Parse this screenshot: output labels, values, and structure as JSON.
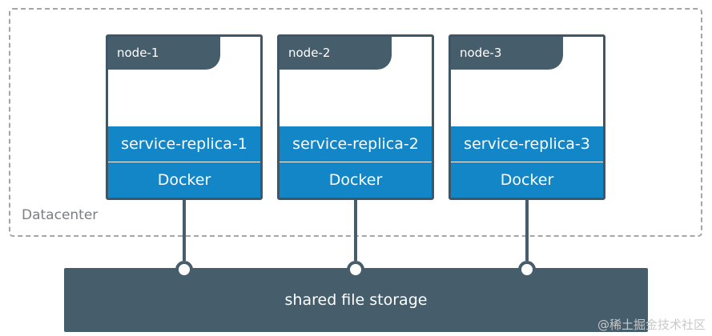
{
  "datacenter": {
    "label": "Datacenter"
  },
  "nodes": [
    {
      "name": "node-1",
      "replica": "service-replica-1",
      "runtime": "Docker"
    },
    {
      "name": "node-2",
      "replica": "service-replica-2",
      "runtime": "Docker"
    },
    {
      "name": "node-3",
      "replica": "service-replica-3",
      "runtime": "Docker"
    }
  ],
  "storage": {
    "label": "shared file storage"
  },
  "watermark": "@稀土掘金技术社区",
  "colors": {
    "node_dark": "#465d6c",
    "accent_blue": "#1386c8",
    "dashed_border": "#a3a6a8"
  }
}
